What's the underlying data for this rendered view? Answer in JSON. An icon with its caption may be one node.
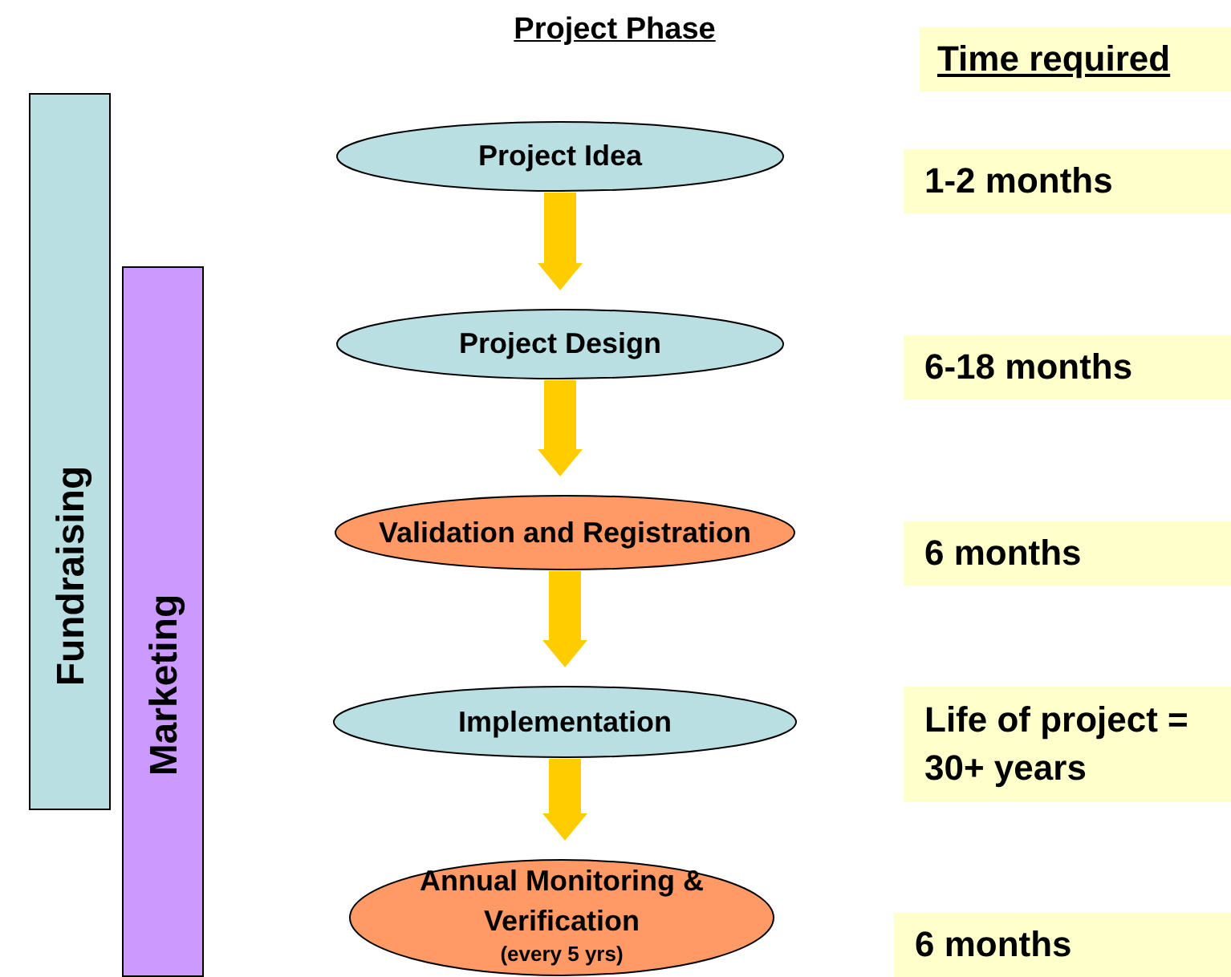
{
  "diagram": {
    "title": "Project Phase",
    "nodes": [
      {
        "text": [
          "Fundraising"
        ]
      },
      {
        "text": [
          "Marketing"
        ]
      },
      {
        "text": [
          "Project Idea"
        ]
      },
      {
        "text": [
          "Project Design"
        ]
      },
      {
        "text": [
          "Validation and Registration"
        ]
      },
      {
        "text": [
          "Implementation"
        ]
      },
      {
        "text": [
          "Annual Monitoring & Verification",
          "(every 5 yrs)"
        ]
      },
      {
        "text": [
          "Time required"
        ]
      },
      {
        "text": [
          "1-2 months"
        ]
      },
      {
        "text": [
          "6-18 months"
        ]
      },
      {
        "text": [
          "6 months"
        ]
      },
      {
        "text": [
          "Life of project = 30+ years"
        ]
      },
      {
        "text": [
          "6 months"
        ]
      }
    ],
    "edges": [
      {
        "from": 2,
        "to": 3,
        "arrow": "to"
      },
      {
        "from": 3,
        "to": 4,
        "arrow": "to"
      },
      {
        "from": 4,
        "to": 5,
        "arrow": "to"
      },
      {
        "from": 5,
        "to": 6,
        "arrow": "to"
      }
    ]
  }
}
